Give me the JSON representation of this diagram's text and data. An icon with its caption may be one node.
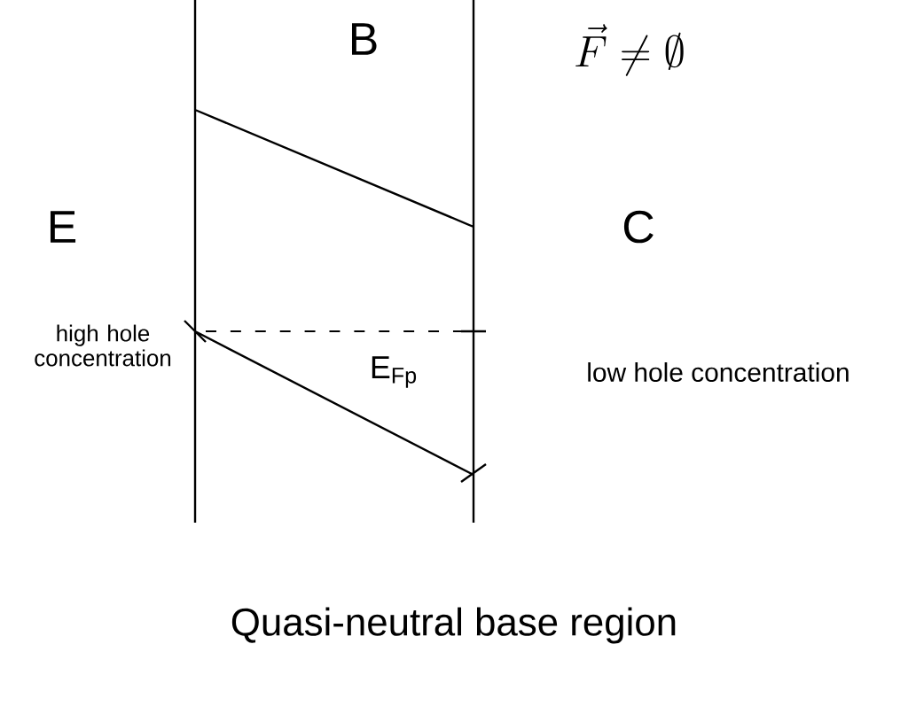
{
  "diagram": {
    "labels": [
      "B",
      "\\vec{F} \\neq \\emptyset",
      "E",
      "C",
      "high hole concentration",
      "E$_{Fp}$",
      "low hole concentration",
      "Quasi-neutral base region"
    ]
  }
}
